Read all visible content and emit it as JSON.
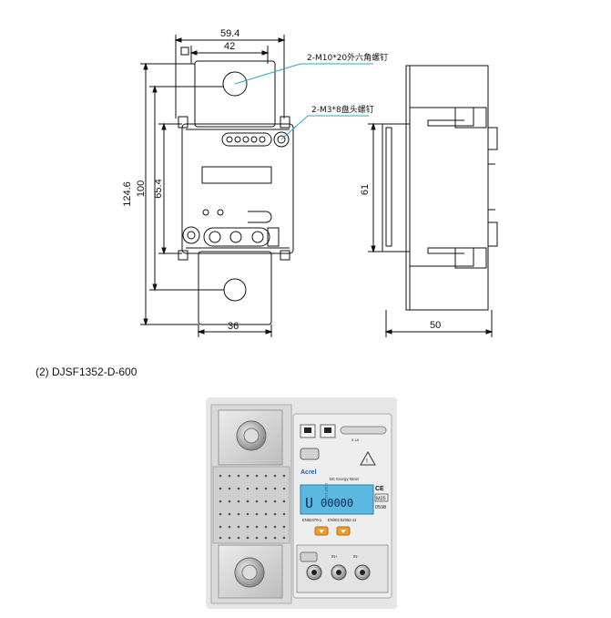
{
  "drawing": {
    "front_view": {
      "dim_top_outer": "59.4",
      "dim_top_inner": "42",
      "dim_left_total": "124.6",
      "dim_left_middle": "100",
      "dim_left_inner": "65.4",
      "dim_bottom": "36",
      "callout_bolt": "2-M10*20外六角螺钉",
      "callout_screw": "2-M3*8盘头螺钉"
    },
    "side_view": {
      "dim_height": "61",
      "dim_depth": "50"
    }
  },
  "caption": "(2)  DJSF1352-D-600",
  "photo": {
    "brand": "Acrel",
    "model_vertical": "DJSF1352-D",
    "meter_label": "DC Energy Meter",
    "display_unit": "U",
    "display_value": "00000",
    "ce_mark": "CE",
    "mid_mark": "M25",
    "cert_number": "0598",
    "standard_1": "EN50470-1",
    "standard_2": "EN/IEC62052-11",
    "led_label": "0.1A",
    "terminal_labels": [
      "IN+",
      "IN-"
    ]
  }
}
